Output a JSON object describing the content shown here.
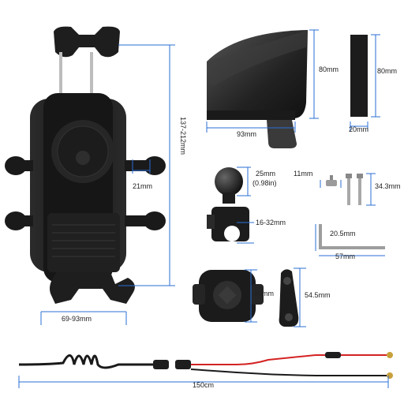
{
  "dimensions": {
    "holder_height": "137-212mm",
    "arm_width": "21mm",
    "holder_width": "69-93mm",
    "sunshade_height": "80mm",
    "sunshade_width": "93mm",
    "pad_height": "80mm",
    "pad_width": "20mm",
    "ball_diameter": "25mm",
    "ball_diameter_in": "(0.98in)",
    "clamp_range": "16-32mm",
    "screw_head": "11mm",
    "screw_length": "34.3mm",
    "wrench_short": "20.5mm",
    "wrench_long": "57mm",
    "mount_height": "60mm",
    "arm_length": "54.5mm",
    "cable_length": "150cm"
  },
  "colors": {
    "dimension_line": "#2a6fd6",
    "product_body": "#1c1c1c",
    "cable_red": "#d42323"
  }
}
